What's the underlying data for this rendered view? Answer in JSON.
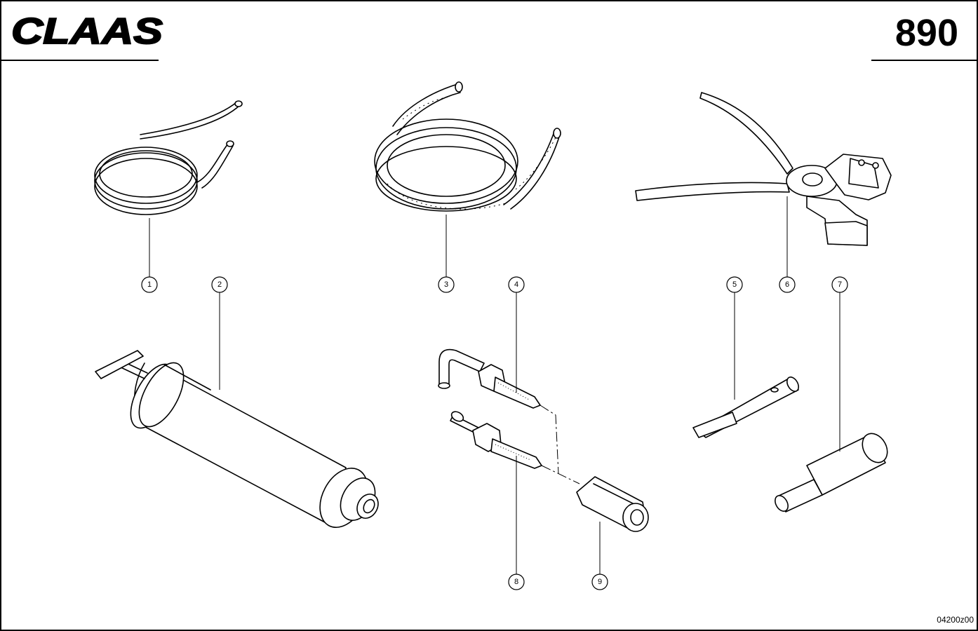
{
  "header": {
    "logo_text": "CLAAS",
    "page_number": "890"
  },
  "footer": {
    "drawing_code": "04200z00"
  },
  "callouts": [
    {
      "label": "1"
    },
    {
      "label": "2"
    },
    {
      "label": "3"
    },
    {
      "label": "4"
    },
    {
      "label": "5"
    },
    {
      "label": "6"
    },
    {
      "label": "7"
    },
    {
      "label": "8"
    },
    {
      "label": "9"
    }
  ],
  "parts": [
    {
      "ref": "1",
      "icon": "thin-hose-coil-icon"
    },
    {
      "ref": "2",
      "icon": "hand-pump-syringe-icon"
    },
    {
      "ref": "3",
      "icon": "hose-coil-icon"
    },
    {
      "ref": "4",
      "icon": "bent-nozzle-icon"
    },
    {
      "ref": "5",
      "icon": "screwdriver-bit-icon"
    },
    {
      "ref": "6",
      "icon": "circlip-pliers-icon"
    },
    {
      "ref": "7",
      "icon": "stepped-drift-icon"
    },
    {
      "ref": "8",
      "icon": "straight-nozzle-icon"
    },
    {
      "ref": "9",
      "icon": "threaded-adapter-icon"
    }
  ]
}
